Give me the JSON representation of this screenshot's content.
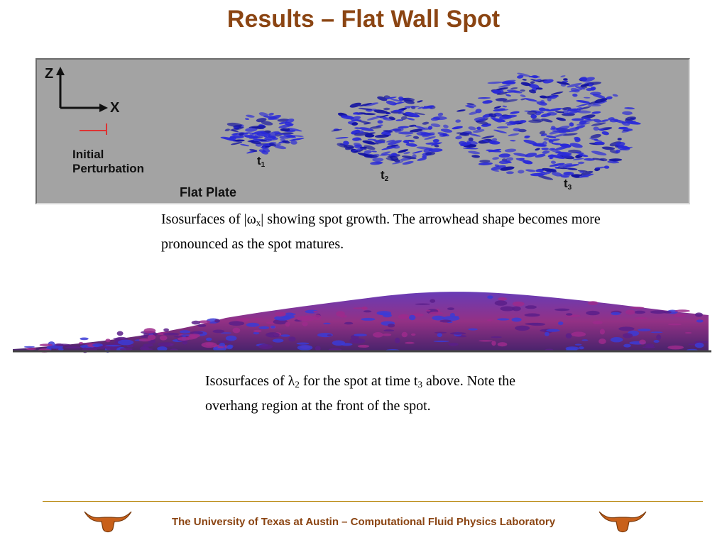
{
  "slide": {
    "title": "Results – Flat Wall Spot"
  },
  "figure1": {
    "axis_z": "Z",
    "axis_x": "X",
    "initial_label": "Initial",
    "perturbation_label": "Perturbation",
    "plate_label": "Flat Plate",
    "time_labels": [
      {
        "t": "t",
        "sub": "1"
      },
      {
        "t": "t",
        "sub": "2"
      },
      {
        "t": "t",
        "sub": "3"
      }
    ],
    "background_color": "#a3a3a3",
    "spot_color": "#2a2ad8"
  },
  "caption1": {
    "pre": "Isosurfaces of |",
    "omega": "ω",
    "omega_sub": "x",
    "post": "| showing spot growth.  The arrowhead shape becomes more pronounced as the spot matures."
  },
  "caption2": {
    "pre": "Isosurfaces of ",
    "lambda": "λ",
    "lambda_sub": "2",
    "mid": " for the spot at time t",
    "t_sub": "3",
    "post": " above.  Note the overhang region at the front of the spot."
  },
  "footer": {
    "text": "The University of Texas at Austin – Computational Fluid Physics Laboratory",
    "accent_color": "#8b4513",
    "logo_icon": "longhorn-icon"
  }
}
